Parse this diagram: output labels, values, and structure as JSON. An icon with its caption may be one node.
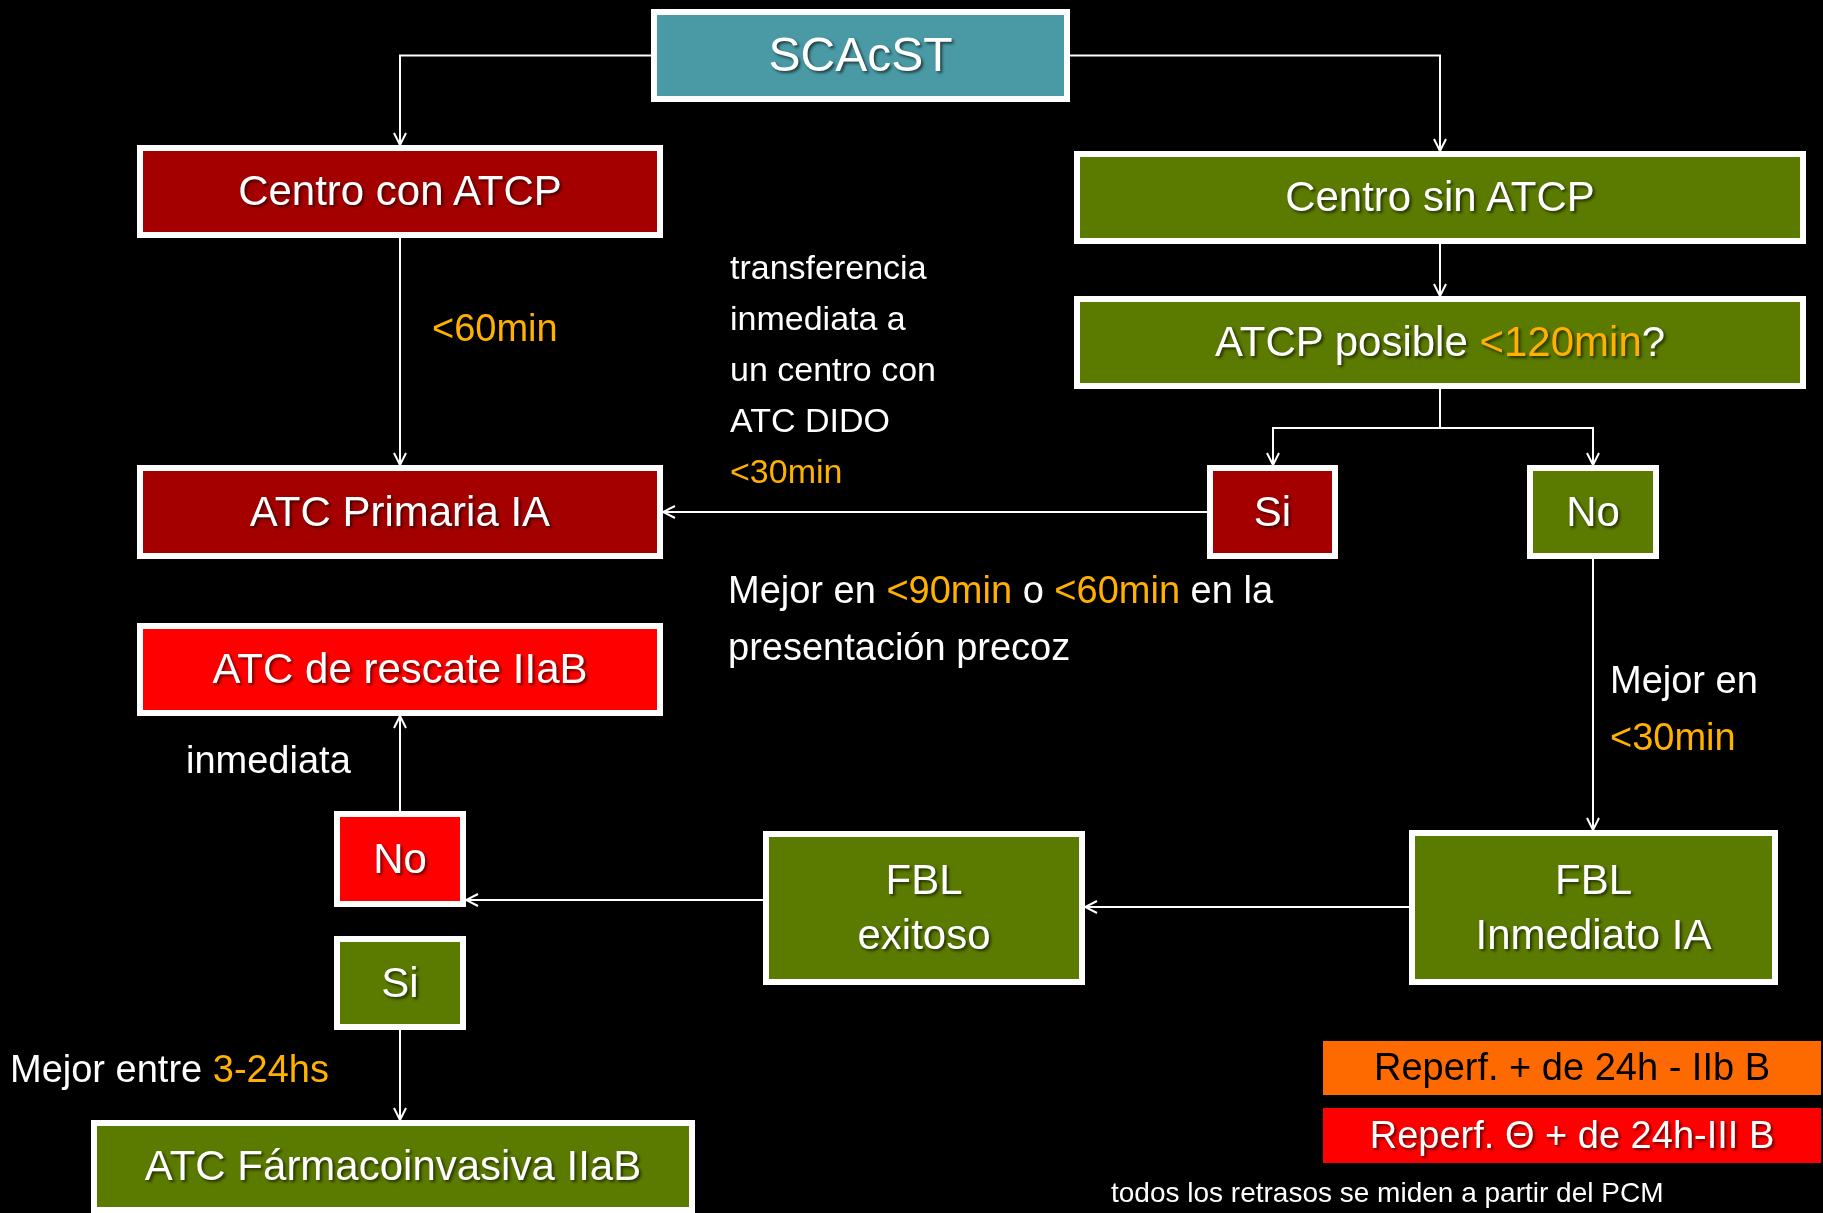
{
  "diagram": {
    "nodes": [
      {
        "text": [
          "SCAcST"
        ]
      },
      {
        "text": [
          "Centro con ATCP"
        ]
      },
      {
        "text": [
          "Centro sin ATCP"
        ]
      },
      {
        "text": [
          "ATCP posible *<120min*?"
        ]
      },
      {
        "text": [
          "ATC Primaria IA"
        ]
      },
      {
        "text": [
          "Si"
        ]
      },
      {
        "text": [
          "No"
        ]
      },
      {
        "text": [
          "ATC de rescate IIaB"
        ]
      },
      {
        "text": [
          "No"
        ]
      },
      {
        "text": [
          "FBL exitoso"
        ]
      },
      {
        "text": [
          "FBL Inmediato IA"
        ]
      },
      {
        "text": [
          "Si"
        ]
      },
      {
        "text": [
          "Reperf. + de 24h - IIb B"
        ]
      },
      {
        "text": [
          "ATC Fármacoinvasiva IIaB"
        ]
      },
      {
        "text": [
          "Reperf. Θ + de 24h-III B"
        ]
      }
    ],
    "edges": [
      {
        "from": 0,
        "to": 1,
        "arrow": "to"
      },
      {
        "from": 0,
        "to": 2,
        "arrow": "to"
      },
      {
        "from": 1,
        "to": 4,
        "arrow": "to",
        "label": "<60min"
      },
      {
        "from": 2,
        "to": 3,
        "arrow": "to"
      },
      {
        "from": 3,
        "to": 5,
        "arrow": "to"
      },
      {
        "from": 3,
        "to": 6,
        "arrow": "to"
      },
      {
        "from": 5,
        "to": 4,
        "arrow": "to",
        "label": "Mejor en *<90min* o *<60min* en la presentación precoz"
      },
      {
        "from": 6,
        "to": 10,
        "arrow": "to",
        "label": "Mejor en *<30min*"
      },
      {
        "from": 10,
        "to": 9,
        "arrow": "to"
      },
      {
        "from": 9,
        "to": 8,
        "arrow": "to"
      },
      {
        "from": 8,
        "to": 7,
        "arrow": "to",
        "label": "inmediata"
      },
      {
        "from": 11,
        "to": 13,
        "arrow": "to",
        "label": "Mejor entre *3-24hs*"
      }
    ],
    "labels": [
      "transferencia inmediata a un centro con ATC DIDO *<30min*",
      "todos los retrasos se miden a partir del PCM"
    ]
  }
}
